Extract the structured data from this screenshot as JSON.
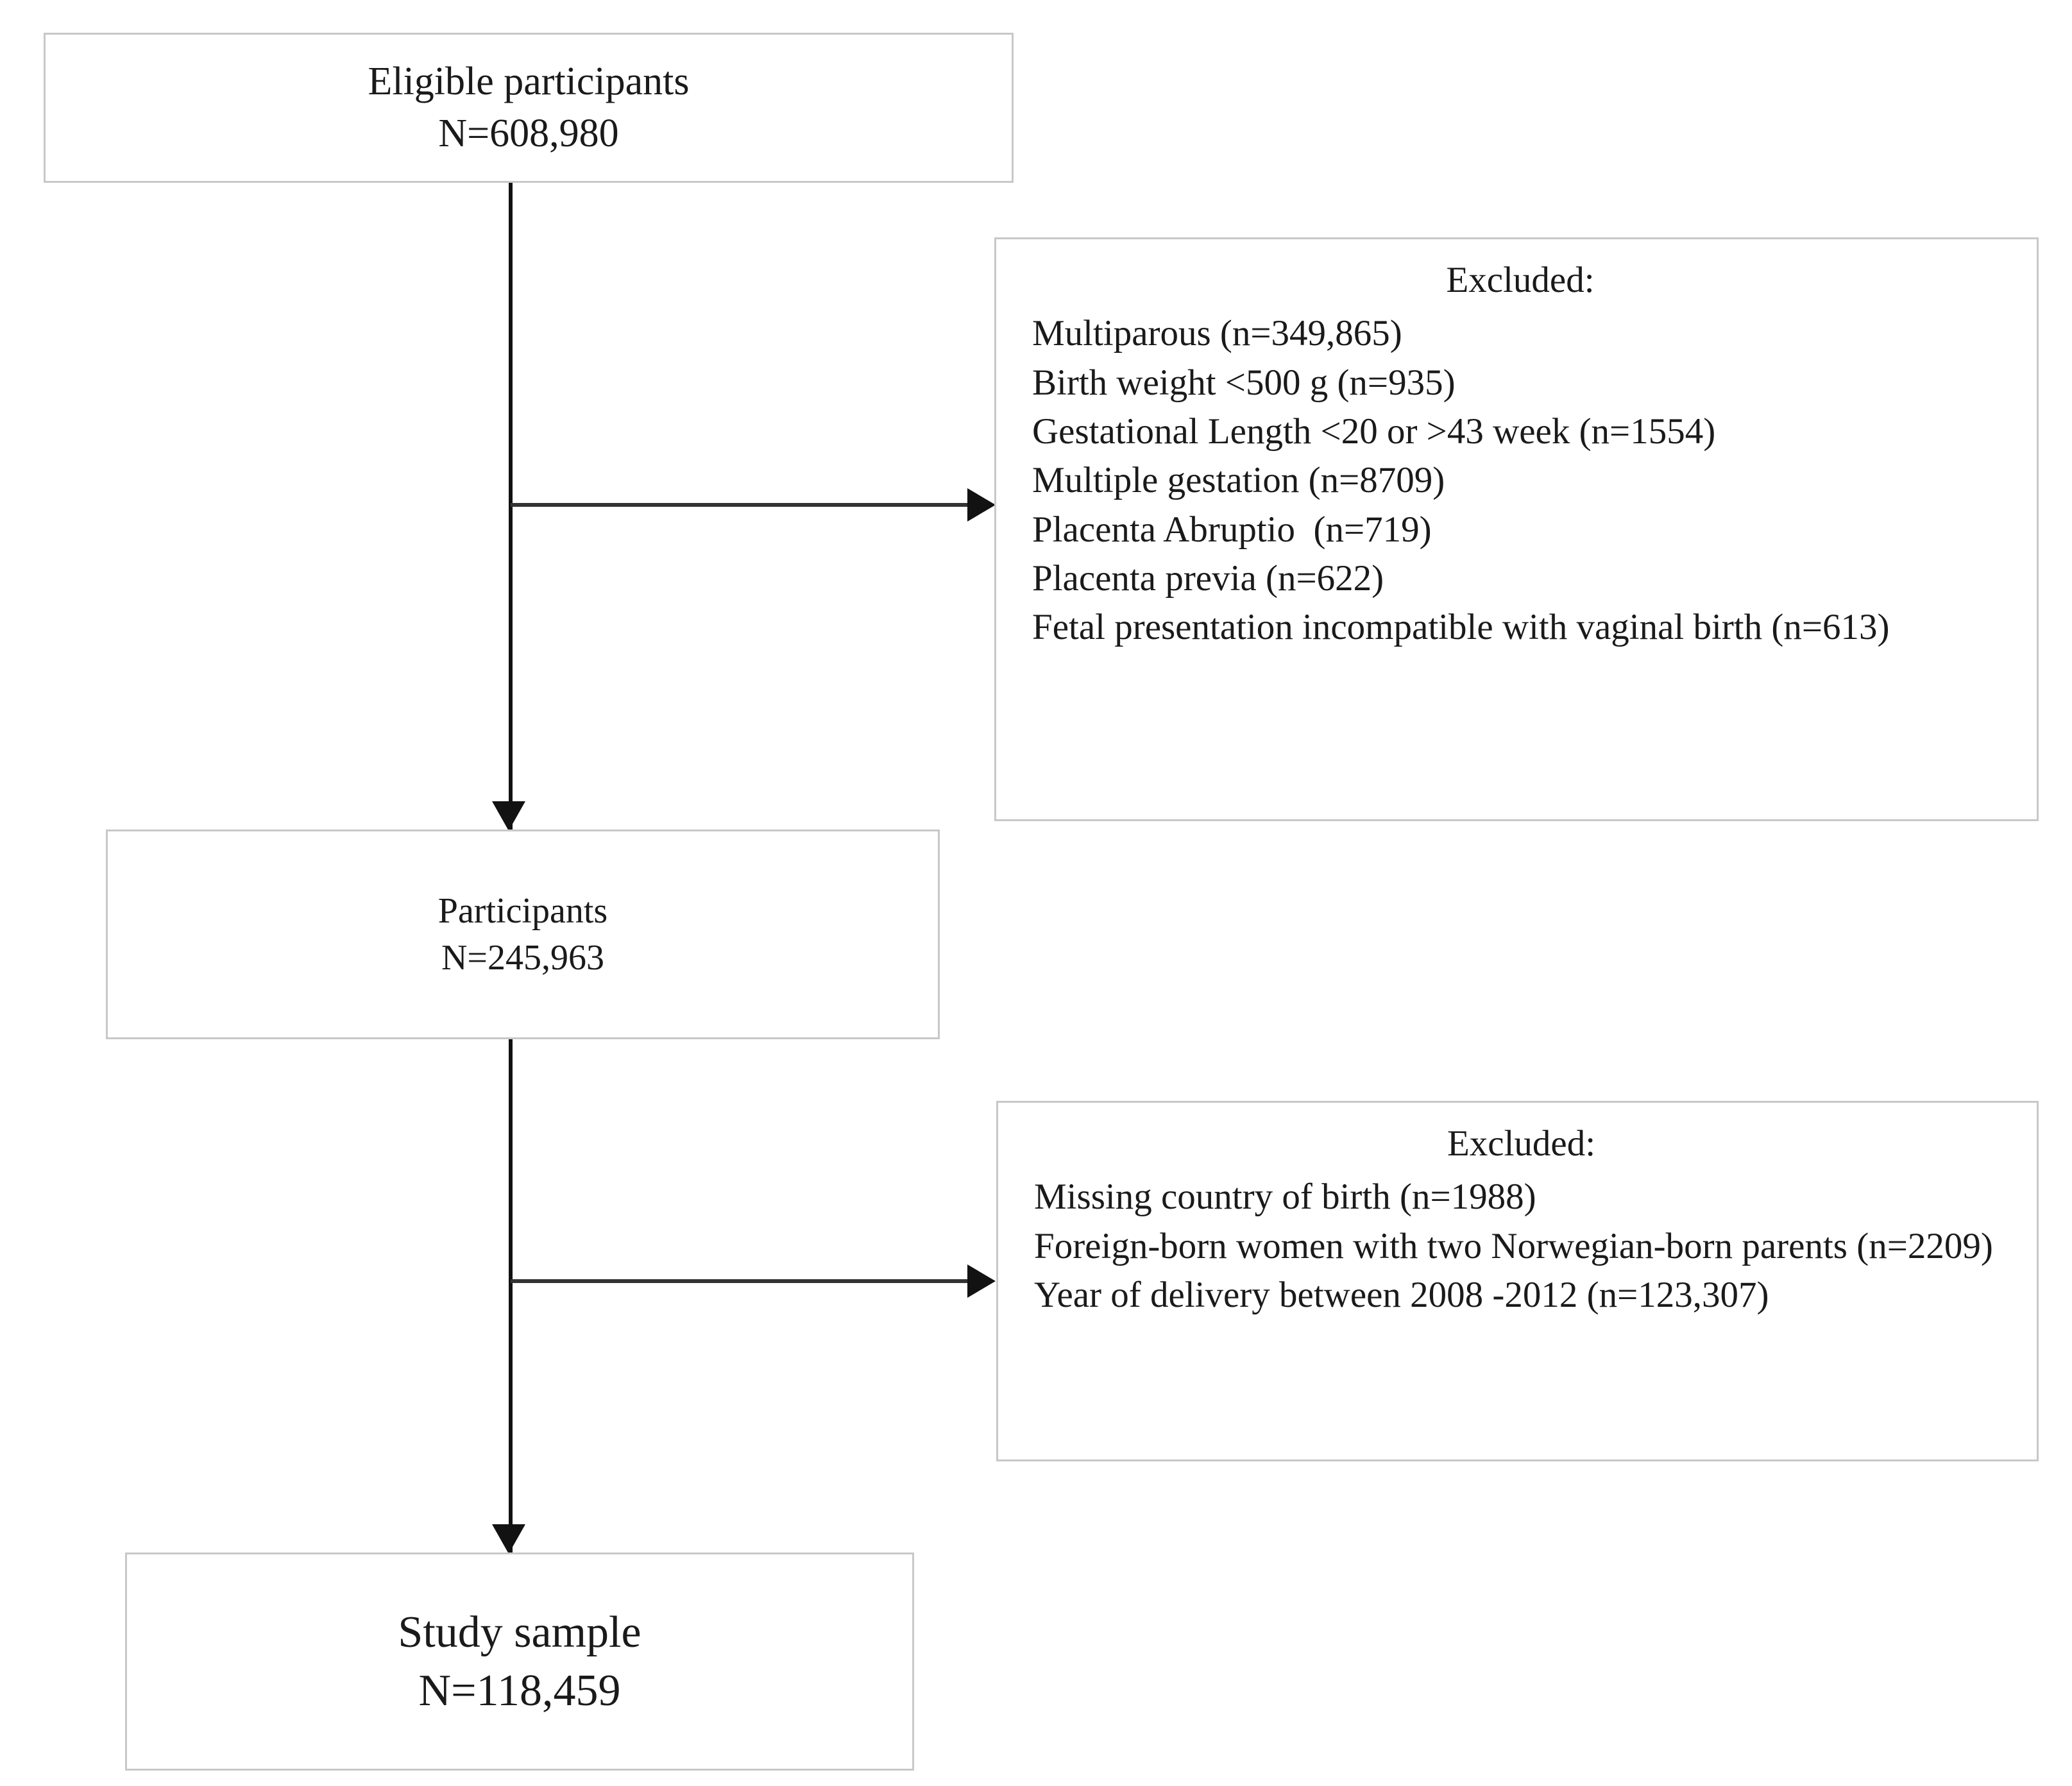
{
  "diagram": {
    "type": "study-flow-chart",
    "orientation": "top-to-bottom",
    "nodes": {
      "eligible": {
        "title": "Eligible participants",
        "count_label": "N=608,980",
        "n": 608980
      },
      "participants": {
        "title": "Participants",
        "count_label": "N=245,963",
        "n": 245963
      },
      "study_sample": {
        "title": "Study sample",
        "count_label": "N=118,459",
        "n": 118459
      },
      "excluded_1": {
        "title": "Excluded:",
        "items": [
          "Multiparous (n=349,865)",
          "Birth weight <500 g (n=935)",
          "Gestational Length <20 or >43 week (n=1554)",
          "Multiple gestation (n=8709)",
          "Placenta Abruptio  (n=719)",
          "Placenta previa (n=622)",
          "Fetal presentation incompatible with vaginal birth (n=613)"
        ]
      },
      "excluded_2": {
        "title": "Excluded:",
        "items": [
          "Missing country of birth (n=1988)",
          "Foreign-born women with two Norwegian-born parents (n=2209)",
          "Year of delivery between 2008 -2012 (n=123,307)"
        ]
      }
    },
    "connectors": [
      {
        "name": "eligible-to-participants",
        "kind": "arrow-down"
      },
      {
        "name": "eligible-to-excluded-1",
        "kind": "arrow-right"
      },
      {
        "name": "participants-to-study-sample",
        "kind": "arrow-down"
      },
      {
        "name": "participants-to-excluded-2",
        "kind": "arrow-right"
      }
    ],
    "colors": {
      "background": "#ffffff",
      "box_border": "#c8c8c8",
      "text": "#1a1a1a",
      "connector": "#121212"
    }
  }
}
